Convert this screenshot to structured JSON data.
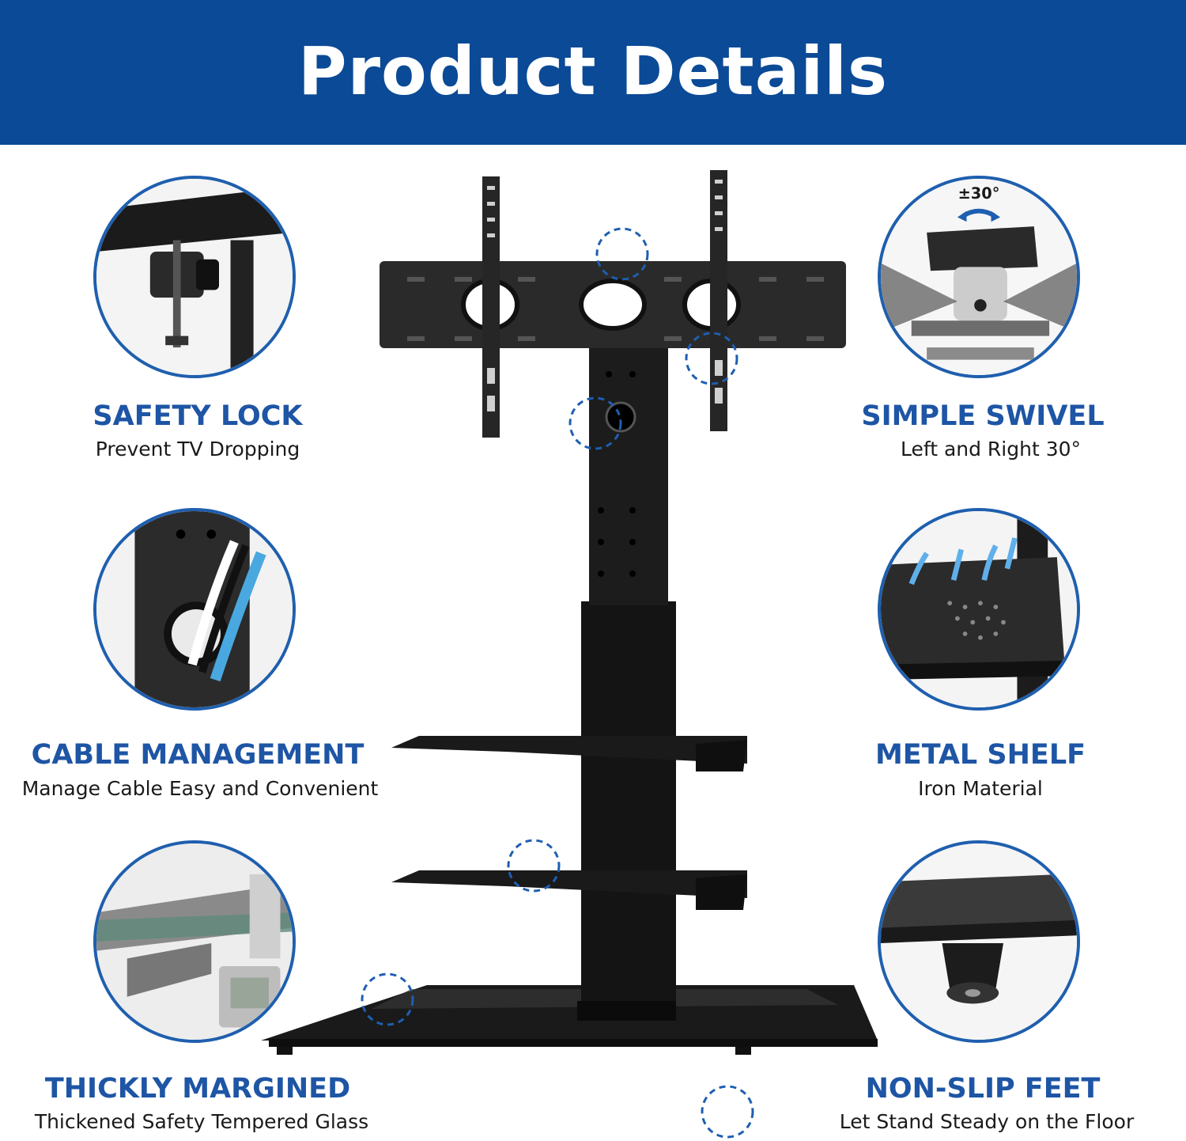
{
  "banner": {
    "title": "Product Details",
    "color": "#0b4a96"
  },
  "accent": "#1e55a5",
  "features": {
    "safety_lock": {
      "title": "SAFETY LOCK",
      "subtitle": "Prevent TV Dropping"
    },
    "cable_management": {
      "title": "CABLE MANAGEMENT",
      "subtitle": "Manage  Cable Easy and Convenient"
    },
    "thickly_margined": {
      "title": "THICKLY MARGINED",
      "subtitle": "Thickened Safety Tempered Glass"
    },
    "simple_swivel": {
      "title": "SIMPLE SWIVEL",
      "subtitle": "Left and Right 30°",
      "angle_label": "±30°"
    },
    "metal_shelf": {
      "title": "METAL SHELF",
      "subtitle": "Iron Material"
    },
    "non_slip_feet": {
      "title": "NON-SLIP FEET",
      "subtitle": "Let Stand Steady on the Floor"
    }
  }
}
